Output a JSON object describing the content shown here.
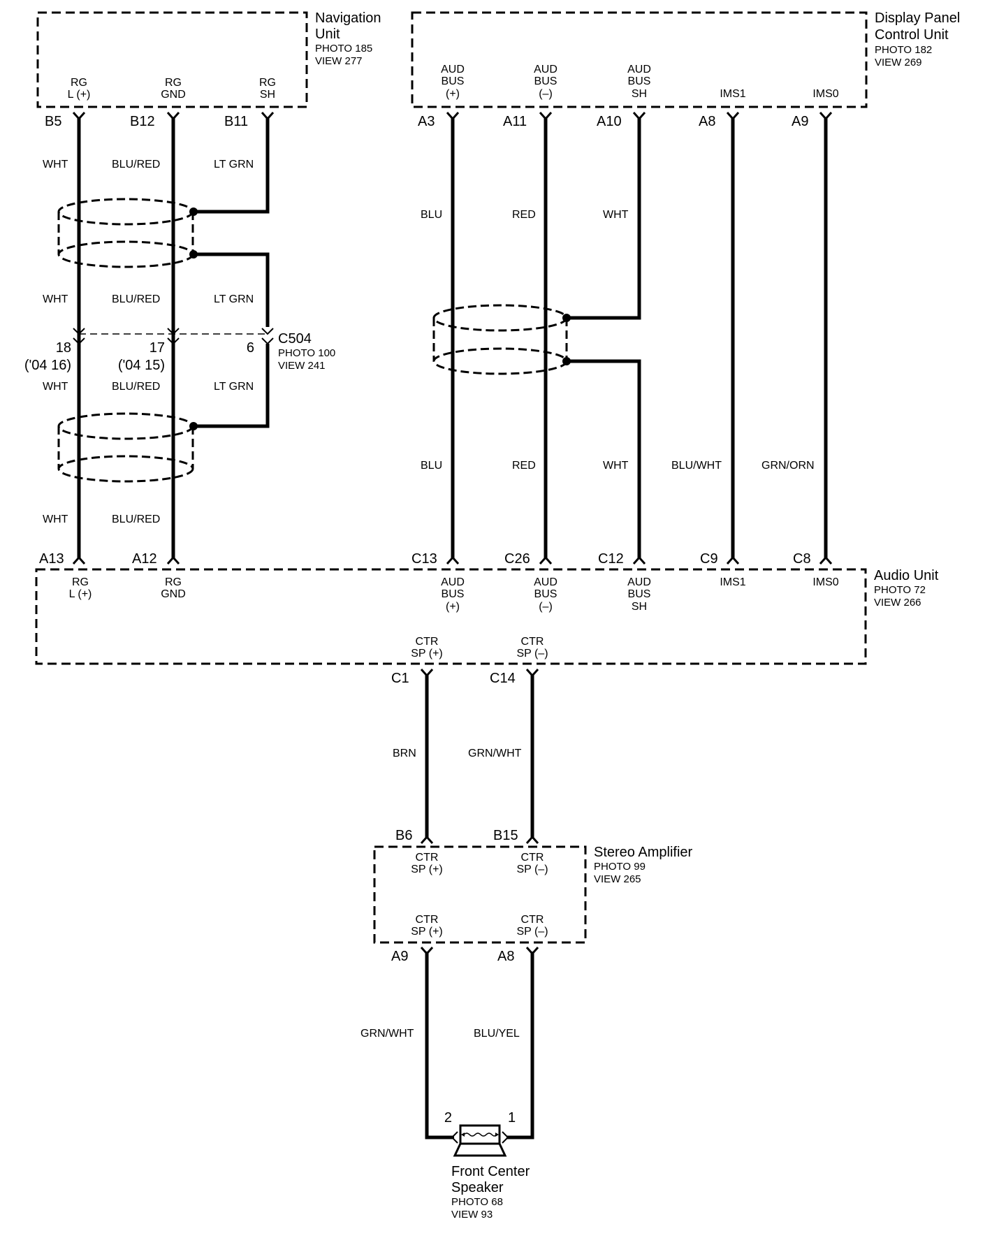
{
  "navigation_unit": {
    "name": [
      "Navigation",
      "Unit"
    ],
    "sub": [
      "PHOTO 185",
      "VIEW 277"
    ],
    "terminals": [
      [
        "RG",
        "L (+)"
      ],
      [
        "RG",
        "GND"
      ],
      [
        "RG",
        "SH"
      ]
    ],
    "pins": [
      "B5",
      "B12",
      "B11"
    ]
  },
  "display_panel": {
    "name": [
      "Display Panel",
      "Control Unit"
    ],
    "sub": [
      "PHOTO 182",
      "VIEW 269"
    ],
    "terminals": [
      [
        "AUD",
        "BUS",
        "(+)"
      ],
      [
        "AUD",
        "BUS",
        "(–)"
      ],
      [
        "AUD",
        "BUS",
        "SH"
      ],
      [
        "IMS1"
      ],
      [
        "IMS0"
      ]
    ],
    "pins": [
      "A3",
      "A11",
      "A10",
      "A8",
      "A9"
    ]
  },
  "nav_wires": {
    "upper": [
      "WHT",
      "BLU/RED",
      "LT GRN"
    ],
    "middle": [
      "WHT",
      "BLU/RED",
      "LT GRN"
    ],
    "below_c504": [
      "WHT",
      "BLU/RED",
      "LT GRN"
    ],
    "lower": [
      "WHT",
      "BLU/RED"
    ]
  },
  "c504": {
    "name": "C504",
    "sub": [
      "PHOTO 100",
      "VIEW 241"
    ],
    "pins": [
      "18",
      "17",
      "6"
    ],
    "alt": [
      "('04 16)",
      "('04 15)"
    ]
  },
  "dpc_wires": {
    "upper": [
      "BLU",
      "RED",
      "WHT"
    ],
    "lower": [
      "BLU",
      "RED",
      "WHT",
      "BLU/WHT",
      "GRN/ORN"
    ]
  },
  "audio_unit": {
    "name": "Audio Unit",
    "sub": [
      "PHOTO 72",
      "VIEW 266"
    ],
    "top_pins": [
      "A13",
      "A12",
      "C13",
      "C26",
      "C12",
      "C9",
      "C8"
    ],
    "terminals": [
      [
        "RG",
        "L  (+)"
      ],
      [
        "RG",
        "GND"
      ],
      [
        "AUD",
        "BUS",
        "(+)"
      ],
      [
        "AUD",
        "BUS",
        "(–)"
      ],
      [
        "AUD",
        "BUS",
        "SH"
      ],
      [
        "IMS1"
      ],
      [
        "IMS0"
      ]
    ],
    "bottom_terminals": [
      [
        "CTR",
        "SP (+)"
      ],
      [
        "CTR",
        "SP (–)"
      ]
    ],
    "bottom_pins": [
      "C1",
      "C14"
    ]
  },
  "amp_in_wires": [
    "BRN",
    "GRN/WHT"
  ],
  "stereo_amp": {
    "name": "Stereo Amplifier",
    "sub": [
      "PHOTO 99",
      "VIEW 265"
    ],
    "top_pins": [
      "B6",
      "B15"
    ],
    "top_terminals": [
      [
        "CTR",
        "SP (+)"
      ],
      [
        "CTR",
        "SP (–)"
      ]
    ],
    "bottom_terminals": [
      [
        "CTR",
        "SP (+)"
      ],
      [
        "CTR",
        "SP (–)"
      ]
    ],
    "bottom_pins": [
      "A9",
      "A8"
    ]
  },
  "spk_wires": [
    "GRN/WHT",
    "BLU/YEL"
  ],
  "speaker": {
    "name": [
      "Front Center",
      "Speaker"
    ],
    "sub": [
      "PHOTO 68",
      "VIEW 93"
    ],
    "pins": [
      "2",
      "1"
    ]
  }
}
